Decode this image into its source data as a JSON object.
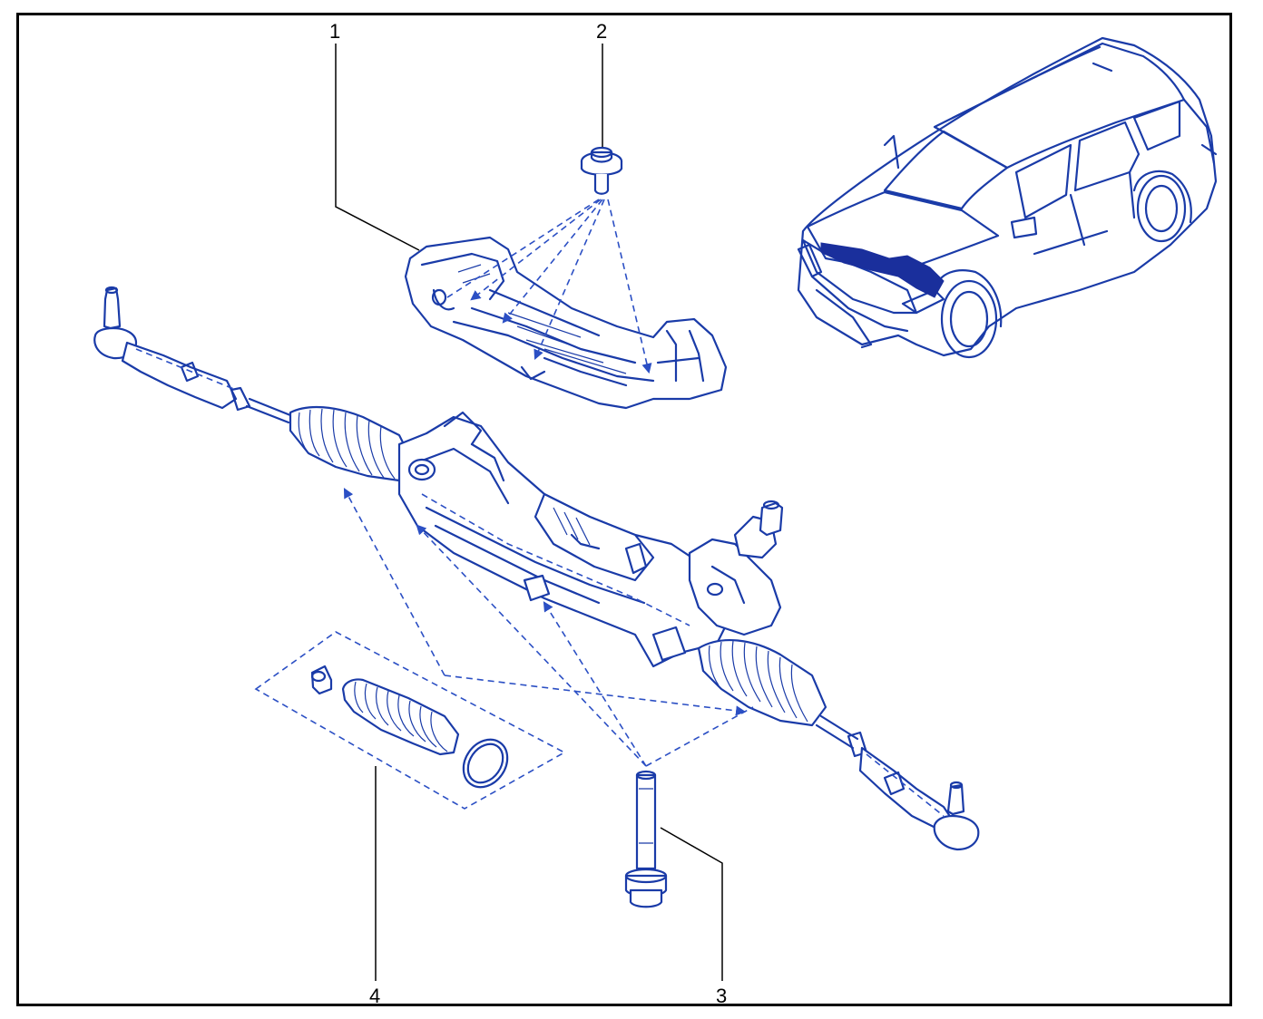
{
  "callouts": [
    {
      "id": "1",
      "label": "1"
    },
    {
      "id": "2",
      "label": "2"
    },
    {
      "id": "3",
      "label": "3"
    },
    {
      "id": "4",
      "label": "4"
    }
  ],
  "colors": {
    "line": "#1a3ba8",
    "highlight": "#1a2f9c",
    "frame": "#000000"
  }
}
